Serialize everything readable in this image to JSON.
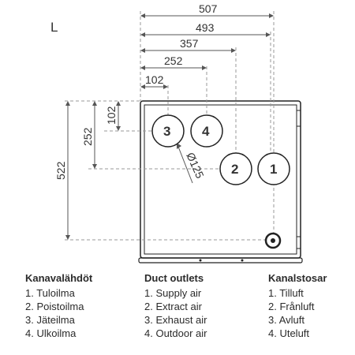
{
  "view_label": "L",
  "dimensions": {
    "d507": "507",
    "d493": "493",
    "d357": "357",
    "d252": "252",
    "d102": "102",
    "v102": "102",
    "v252": "252",
    "v522": "522",
    "diameter": "Ø125"
  },
  "ports": [
    "1",
    "2",
    "3",
    "4"
  ],
  "legends": [
    {
      "title": "Kanavalähdöt",
      "items": [
        "1. Tuloilma",
        "2. Poistoilma",
        "3. Jäteilma",
        "4. Ulkoilma"
      ]
    },
    {
      "title": "Duct outlets",
      "items": [
        "1. Supply air",
        "2. Extract air",
        "3. Exhaust air",
        "4. Outdoor air"
      ]
    },
    {
      "title": "Kanalstosar",
      "items": [
        "1. Tilluft",
        "2. Frånluft",
        "3. Avluft",
        "4. Uteluft"
      ]
    }
  ],
  "colors": {
    "line": "#222222",
    "dash": "#999999",
    "text": "#333333"
  }
}
